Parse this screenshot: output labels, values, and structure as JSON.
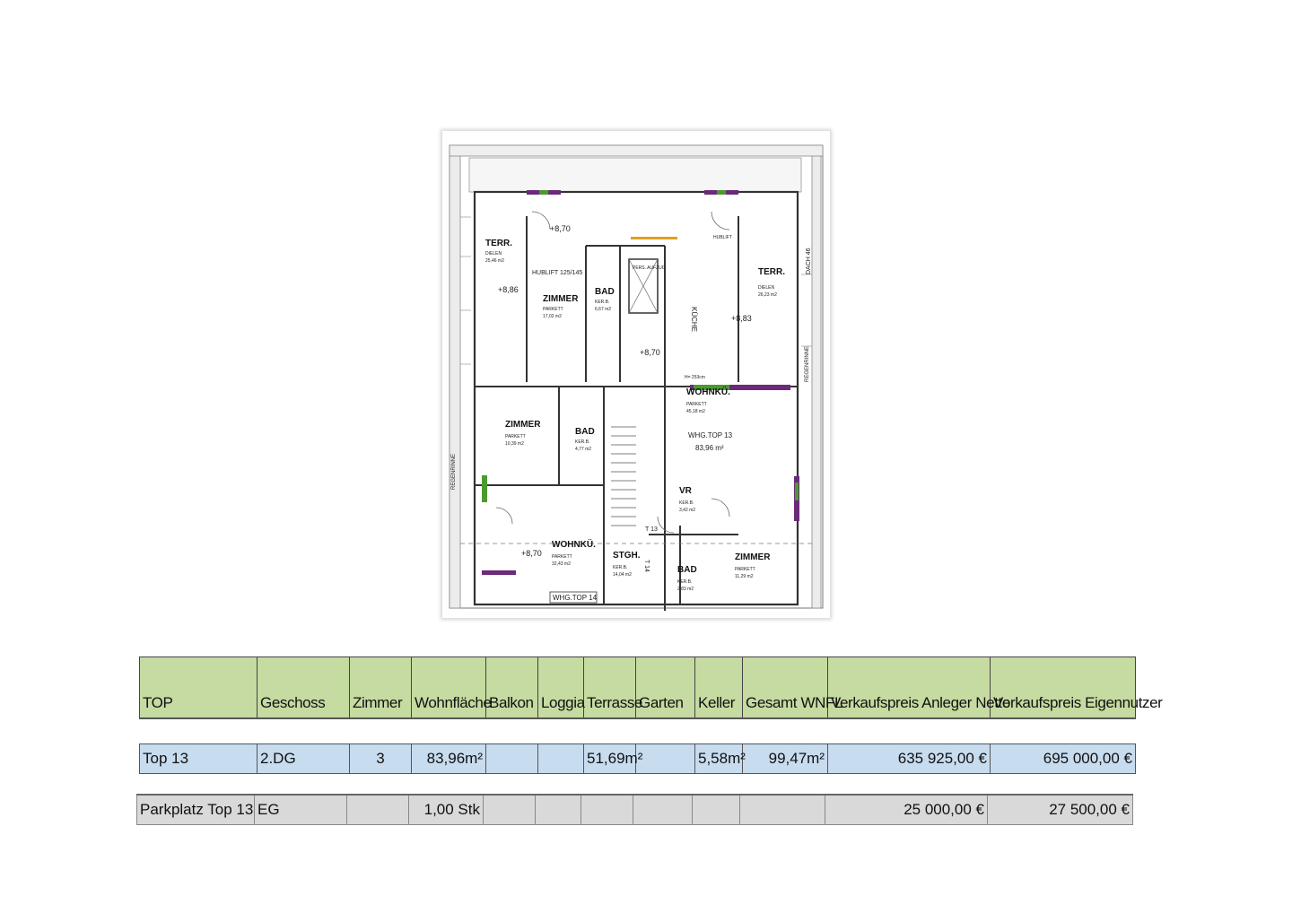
{
  "floorplan": {
    "rooms": [
      {
        "name": "TERR.",
        "sub": "DIELEN",
        "area": "25,46 m2"
      },
      {
        "name": "ZIMMER",
        "sub": "PARKETT",
        "area": "17,02 m2"
      },
      {
        "name": "BAD",
        "sub": "KER.B.",
        "area": "6,67 m2"
      },
      {
        "name": "TERR.",
        "sub": "DIELEN",
        "area": "26,23 m2"
      },
      {
        "name": "ZIMMER",
        "sub": "PARKETT",
        "area": "10,39 m2"
      },
      {
        "name": "BAD",
        "sub": "KER.B.",
        "area": "4,77 m2"
      },
      {
        "name": "WOHNKÜ.",
        "sub": "PARKETT",
        "area": "45,18 m2"
      },
      {
        "name": "VR",
        "sub": "KER.B.",
        "area": "3,42 m2"
      },
      {
        "name": "WOHNKÜ.",
        "sub": "PARKETT",
        "area": "32,43 m2"
      },
      {
        "name": "STGH.",
        "sub": "KER.B.",
        "area": "14,04 m2"
      },
      {
        "name": "BAD",
        "sub": "KER.B.",
        "area": "2,83 m2"
      },
      {
        "name": "ZIMMER",
        "sub": "PARKETT",
        "area": "11,29 m2"
      }
    ],
    "labels": {
      "hublift_left": "HUBLIFT 125/145",
      "hublift_right": "HUBLIFT",
      "aufzug": "PERS. AUFZUG",
      "kueche": "KÜCHE",
      "unit13": "WHG.TOP 13",
      "unit13_area": "83,96 m²",
      "unit14": "WHG.TOP 14",
      "regenrinne": "REGENRINNE",
      "dach": "DACH 46",
      "height_1": "+8,70",
      "height_2": "+8,86",
      "height_3": "+8,83",
      "height_4": "+8,70",
      "height_5": "+8,70",
      "t13": "T 13",
      "t14": "T 14",
      "hoehe": "H= 253cm"
    }
  },
  "table": {
    "headers": [
      "TOP",
      "Geschoss",
      "Zimmer",
      "Wohnfläche",
      "Balkon",
      "Loggia",
      "Terrasse",
      "Garten",
      "Keller",
      "Gesamt WNFL",
      "Verkaufspreis Anleger Netto",
      "Verkaufspreis Eigennutzer"
    ],
    "rows": [
      {
        "top": "Top 13",
        "geschoss": "2.DG",
        "zimmer": "3",
        "wohnflaeche": "83,96m²",
        "balkon": "",
        "loggia": "",
        "terrasse": "51,69m²",
        "garten": "",
        "keller": "5,58m²",
        "gesamt": "99,47m²",
        "anleger": "635 925,00 €",
        "eigennutzer": "695 000,00 €"
      },
      {
        "top": "Parkplatz Top 13",
        "geschoss": "EG",
        "zimmer": "",
        "wohnflaeche": "1,00 Stk",
        "balkon": "",
        "loggia": "",
        "terrasse": "",
        "garten": "",
        "keller": "",
        "gesamt": "",
        "anleger": "25 000,00 €",
        "eigennutzer": "27 500,00 €"
      }
    ]
  },
  "colors": {
    "header_bg": "#c5dba1",
    "row1_bg": "#c8dcef",
    "row2_bg": "#d9d9d9"
  }
}
